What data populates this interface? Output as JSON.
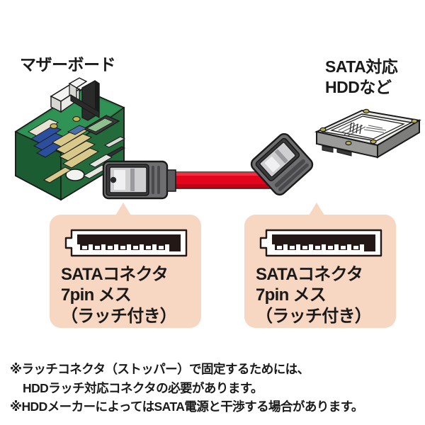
{
  "page": {
    "background": "#ffffff",
    "accent_peach": "#f7d6c2",
    "cable_red": "#e3051b",
    "text_color": "#1a1a1a"
  },
  "labels": {
    "motherboard": "マザーボード",
    "hdd_line1": "SATA対応",
    "hdd_line2": "HDDなど"
  },
  "callouts": [
    {
      "icon_name": "sata-7pin-female-connector-icon",
      "line1": "SATAコネクタ",
      "line2": "7pin メス",
      "line3": "（ラッチ付き）"
    },
    {
      "icon_name": "sata-7pin-female-connector-icon",
      "line1": "SATAコネクタ",
      "line2": "7pin メス",
      "line3": "（ラッチ付き）"
    }
  ],
  "notes": [
    "※ラッチコネクタ（ストッパー）で固定するためには、",
    "HDDラッチ対応コネクタの必要があります。",
    "※HDDメーカーによってはSATA電源と干渉する場合があります。"
  ],
  "illustration": {
    "motherboard_name": "motherboard-illustration",
    "hdd_name": "hard-disk-drive-illustration",
    "cable_name": "sata-cable-illustration",
    "left_connector": "straight-sata-connector",
    "right_connector": "right-angle-sata-connector"
  }
}
